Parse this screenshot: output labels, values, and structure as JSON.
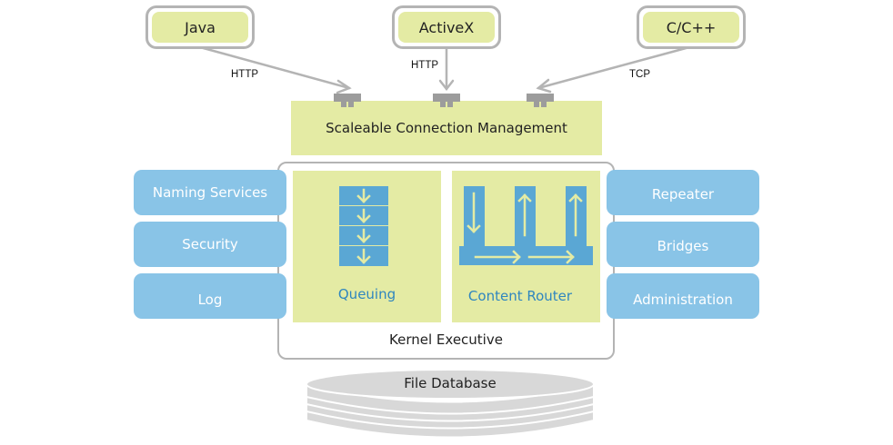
{
  "clients": [
    {
      "label": "Java",
      "protocol": "HTTP"
    },
    {
      "label": "ActiveX",
      "protocol": "HTTP"
    },
    {
      "label": "C/C++",
      "protocol": "TCP"
    }
  ],
  "connection_management": {
    "label": "Scaleable Connection Management"
  },
  "kernel": {
    "label": "Kernel Executive",
    "panels": [
      {
        "label": "Queuing",
        "icon": "queue-icon"
      },
      {
        "label": "Content Router",
        "icon": "router-icon"
      }
    ]
  },
  "left_services": [
    {
      "label": "Naming Services"
    },
    {
      "label": "Security"
    },
    {
      "label": "Log"
    }
  ],
  "right_services": [
    {
      "label": "Repeater"
    },
    {
      "label": "Bridges"
    },
    {
      "label": "Administration"
    }
  ],
  "database": {
    "label": "File Database"
  },
  "colors": {
    "client_fill": "#e4eba4",
    "border_gray": "#b4b4b4",
    "service_blue": "#89c4e7",
    "icon_blue": "#5aa7d4",
    "arrow_yellow": "#e4eba4",
    "label_blue": "#2f86bf",
    "db_gray": "#d8d8d8"
  }
}
